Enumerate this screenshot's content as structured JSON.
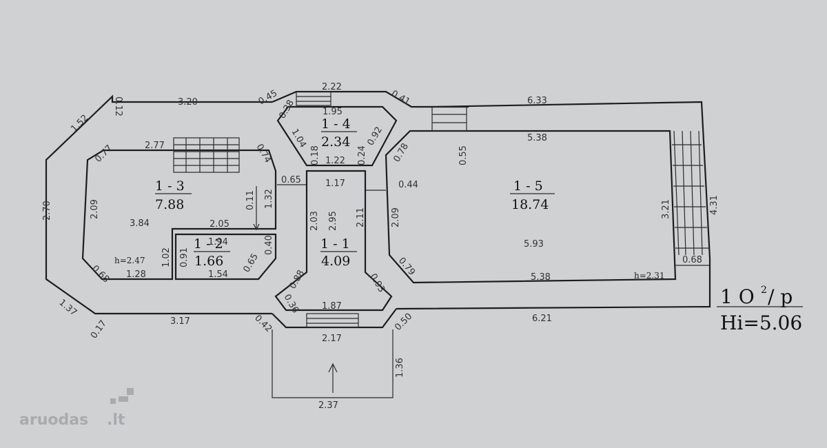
{
  "rooms": [
    {
      "number": "1 - 1",
      "area": "4.09"
    },
    {
      "number": "1 - 2",
      "area": "1.66"
    },
    {
      "number": "1 - 3",
      "area": "7.88"
    },
    {
      "number": "1 - 4",
      "area": "2.34"
    },
    {
      "number": "1 - 5",
      "area": "18.74"
    }
  ],
  "heights": {
    "left": "h=2.47",
    "right": "h=2.31"
  },
  "legend": {
    "floor": "1 O",
    "superscript": "2",
    "suffix": "/ p",
    "height": "Hi=5.06"
  },
  "watermark": {
    "brand": "aruodas",
    "tld": ".lt"
  },
  "dimensions": {
    "d0_12": "0.12",
    "d3_20": "3.20",
    "d1_52": "1.52",
    "d2_70": "2.70",
    "d0_45": "0.45",
    "d2_22": "2.22",
    "d0_41": "0.41",
    "d6_33": "6.33",
    "d0_38": "0.38",
    "d1_95": "1.95",
    "d1_04": "1.04",
    "d0_92": "0.92",
    "d2_77": "2.77",
    "d0_77": "0.77",
    "d0_74": "0.74",
    "d0_18": "0.18",
    "d1_22": "1.22",
    "d0_24": "0.24",
    "d0_78": "0.78",
    "d5_38a": "5.38",
    "d0_55": "0.55",
    "d0_65": "0.65",
    "d1_17": "1.17",
    "d0_44": "0.44",
    "d2_09a": "2.09",
    "d0_11": "0.11",
    "d1_32": "1.32",
    "d3_84": "3.84",
    "d2_05": "2.05",
    "d2_03": "2.03",
    "d2_95": "2.95",
    "d2_11": "2.11",
    "d2_09b": "2.09",
    "d3_21": "3.21",
    "d4_31": "4.31",
    "d1_94": "1.94",
    "d1_02": "1.02",
    "d0_91": "0.91",
    "d0_40": "0.40",
    "d5_93": "5.93",
    "d0_68a": "0.68",
    "d1_28": "1.28",
    "d1_54": "1.54",
    "d0_65b": "0.65",
    "d0_88": "0.88",
    "d0_93": "0.93",
    "d0_79": "0.79",
    "d5_38b": "5.38",
    "d0_68b": "0.68",
    "d0_36": "0.36",
    "d1_87": "1.87",
    "d1_37": "1.37",
    "d0_17": "0.17",
    "d3_17": "3.17",
    "d0_42": "0.42",
    "d2_17": "2.17",
    "d0_50": "0.50",
    "d6_21": "6.21",
    "d1_36": "1.36",
    "d2_37": "2.37"
  }
}
